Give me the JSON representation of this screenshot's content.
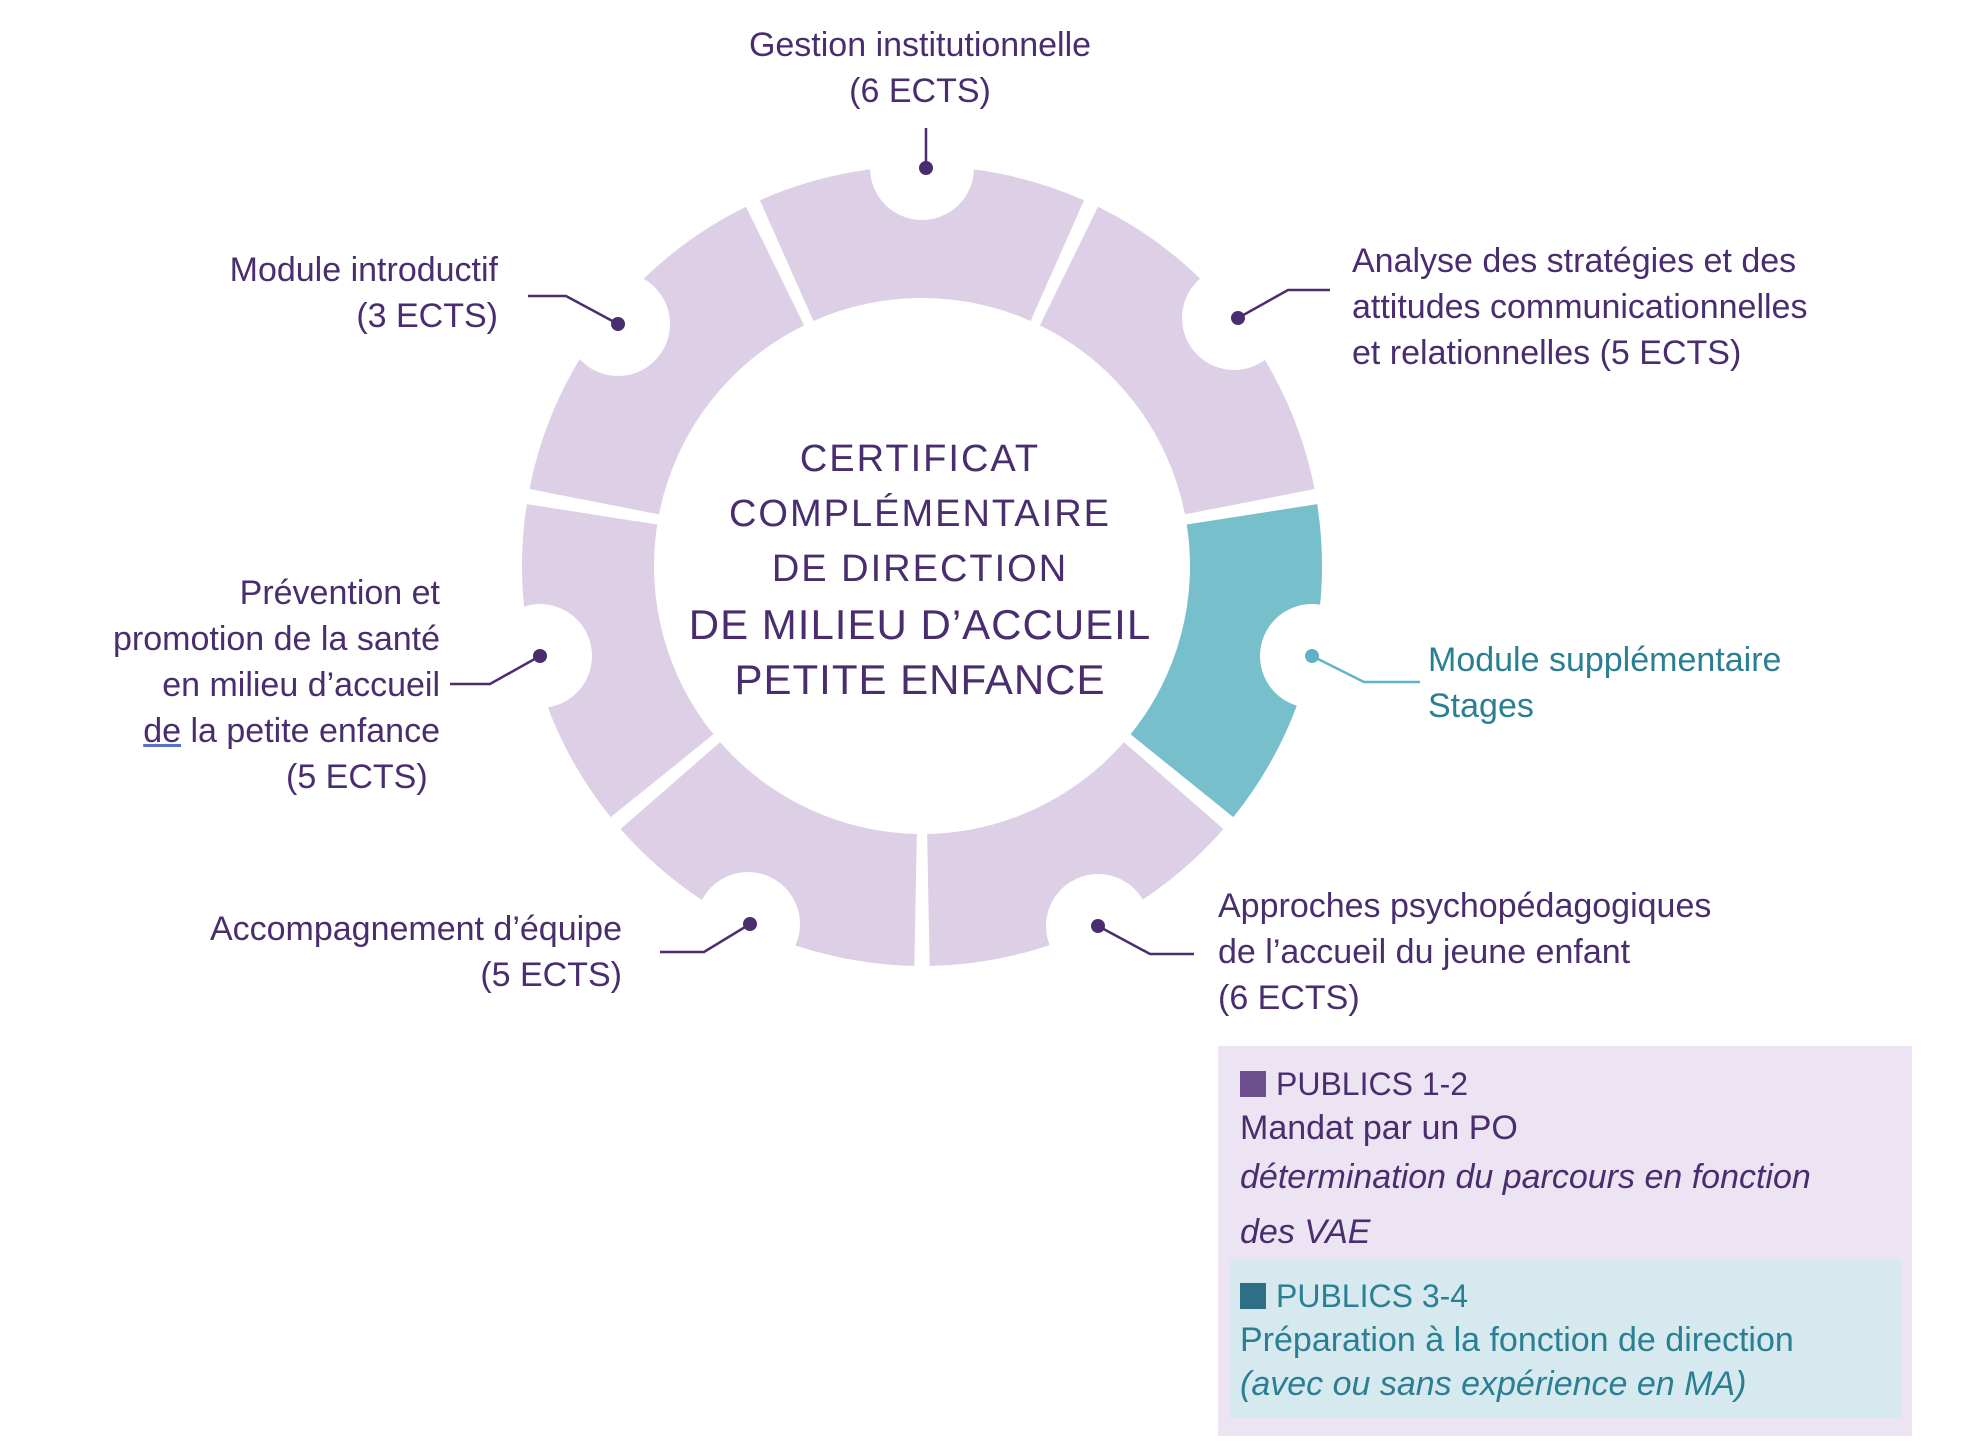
{
  "center": {
    "line1": "CERTIFICAT",
    "line2": "COMPLÉMENTAIRE",
    "line3": "DE DIRECTION",
    "line4": "DE MILIEU D’ACCUEIL",
    "line5": "PETITE ENFANCE"
  },
  "modules": {
    "gestion": {
      "line1": "Gestion institutionnelle",
      "line2": "(6 ECTS)"
    },
    "analyse": {
      "line1": "Analyse des stratégies et des",
      "line2": "attitudes communicationnelles",
      "line3": "et relationnelles (5 ECTS)"
    },
    "supplementaire": {
      "line1": "Module supplémentaire",
      "line2": "Stages"
    },
    "approches": {
      "line1": "Approches psychopédagogiques",
      "line2": "de l’accueil du jeune enfant",
      "line3": "(6 ECTS)"
    },
    "accompagnement": {
      "line1": "Accompagnement d’équipe",
      "line2": "(5 ECTS)"
    },
    "prevention": {
      "line1": "Prévention et",
      "line2": "promotion de la santé",
      "line3": "en milieu d’accueil",
      "line4a": "de",
      "line4b": " la petite enfance",
      "line5": "(5 ECTS)"
    },
    "introductif": {
      "line1": "Module introductif",
      "line2": "(3 ECTS)"
    }
  },
  "legend": {
    "public12": {
      "title": "PUBLICS  1-2",
      "main": "Mandat par un PO",
      "italic1": "détermination du parcours en fonction",
      "italic2": "des VAE"
    },
    "public34": {
      "title": "PUBLICS  3-4",
      "main": "Préparation à la fonction de direction",
      "italic": "(avec ou sans expérience  en MA)"
    }
  },
  "colors": {
    "segment": "#dccfe6",
    "segment_highlight": "#76bfcb",
    "text": "#4a2d6f",
    "teal_text": "#2b7f93",
    "purple_square": "#6e4f8e",
    "teal_square": "#2f6f86",
    "legend_bg": "#ece4f2",
    "legend_bg2": "#d6e9ef"
  }
}
